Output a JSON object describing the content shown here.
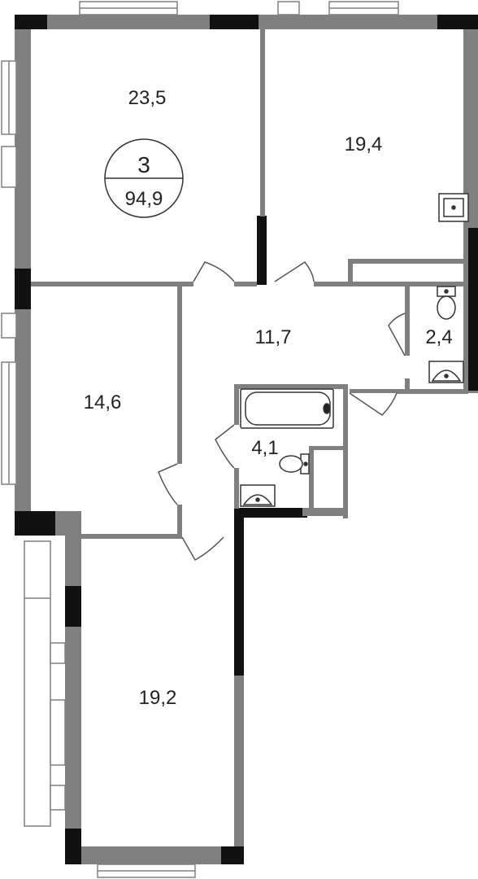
{
  "badge": {
    "rooms": "3",
    "total_area": "94,9"
  },
  "rooms": [
    {
      "id": "room-top-left",
      "area": "23,5"
    },
    {
      "id": "room-top-right",
      "area": "19,4"
    },
    {
      "id": "hall",
      "area": "11,7"
    },
    {
      "id": "wc",
      "area": "2,4"
    },
    {
      "id": "room-left",
      "area": "14,6"
    },
    {
      "id": "bathroom",
      "area": "4,1"
    },
    {
      "id": "room-bottom",
      "area": "19,2"
    }
  ],
  "colors": {
    "wall_gray": "#808080",
    "wall_black": "#111111",
    "fixture_stroke": "#333333"
  }
}
